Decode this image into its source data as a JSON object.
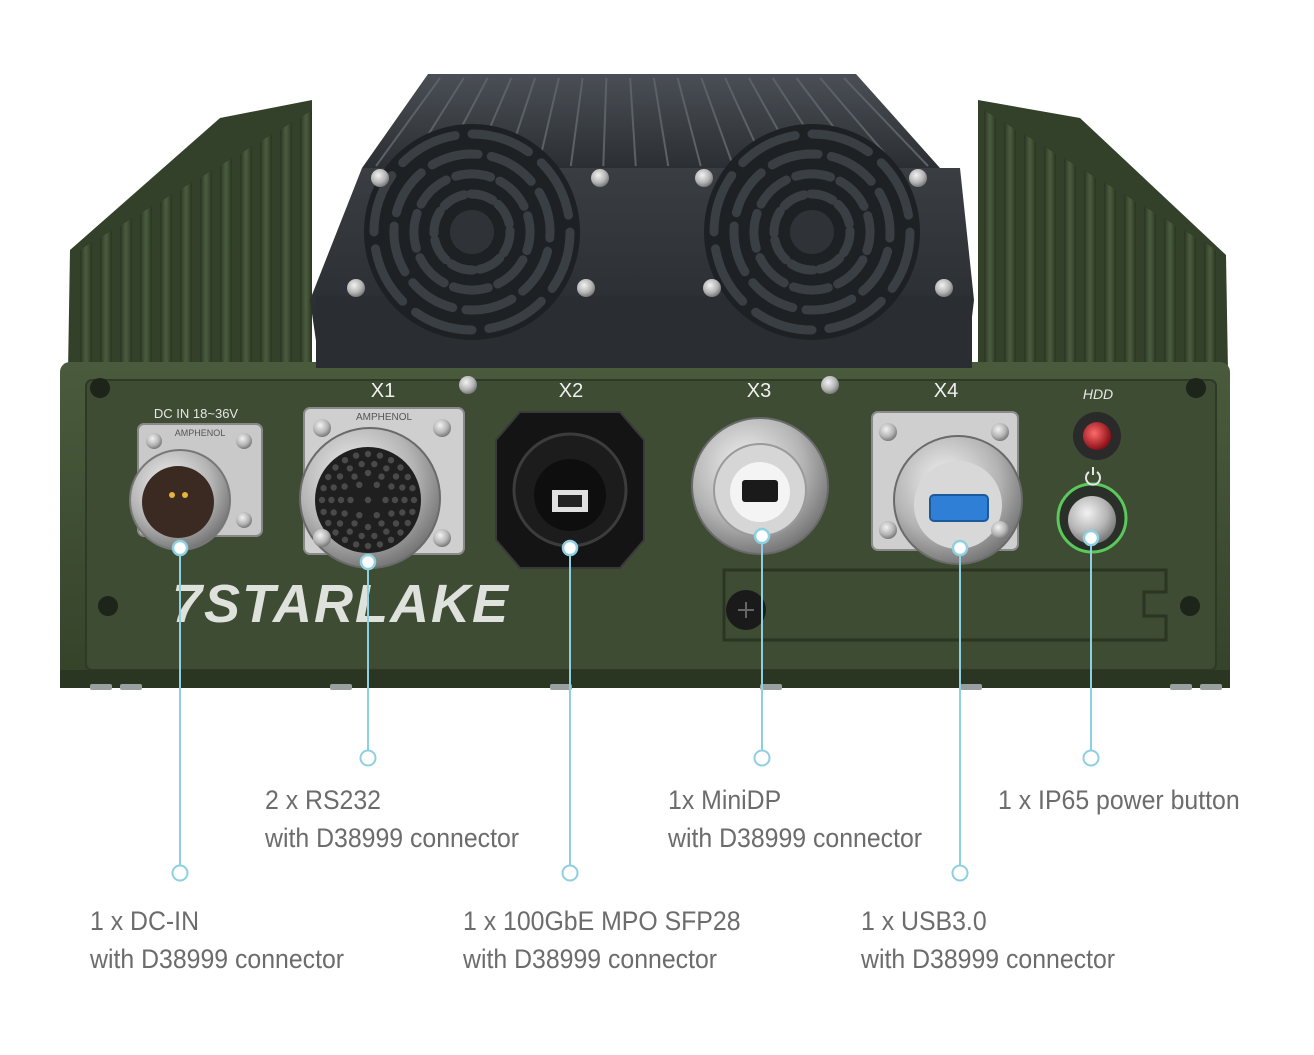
{
  "device": {
    "brand": "7STARLAKE",
    "panel_text": {
      "dc_in": "DC IN 18~36V",
      "maker_1": "AMPHENOL",
      "maker_2": "AMPHENOL",
      "hdd": "HDD"
    },
    "ports": [
      {
        "id": "X1",
        "label": "X1"
      },
      {
        "id": "X2",
        "label": "X2"
      },
      {
        "id": "X3",
        "label": "X3"
      },
      {
        "id": "X4",
        "label": "X4"
      }
    ]
  },
  "callouts": [
    {
      "id": "dc-in",
      "line1": "1 x DC-IN",
      "line2": "with D38999 connector"
    },
    {
      "id": "rs232",
      "line1": "2 x RS232",
      "line2": "with D38999 connector"
    },
    {
      "id": "sfp28",
      "line1": "1 x 100GbE MPO SFP28",
      "line2": "with D38999 connector"
    },
    {
      "id": "minidp",
      "line1": "1x MiniDP",
      "line2": "with D38999 connector"
    },
    {
      "id": "usb3",
      "line1": "1 x USB3.0",
      "line2": "with D38999 connector"
    },
    {
      "id": "power",
      "line1": "1 x IP65 power button",
      "line2": ""
    }
  ],
  "colors": {
    "chassis": "#3a4a30",
    "chassis_light": "#4b5d3e",
    "fan_plate": "#2e3236",
    "leader": "#8ecfe0",
    "label_text": "#6c6c6c",
    "usb_blue": "#2f7fd6",
    "hdd_led": "#c8202a"
  }
}
